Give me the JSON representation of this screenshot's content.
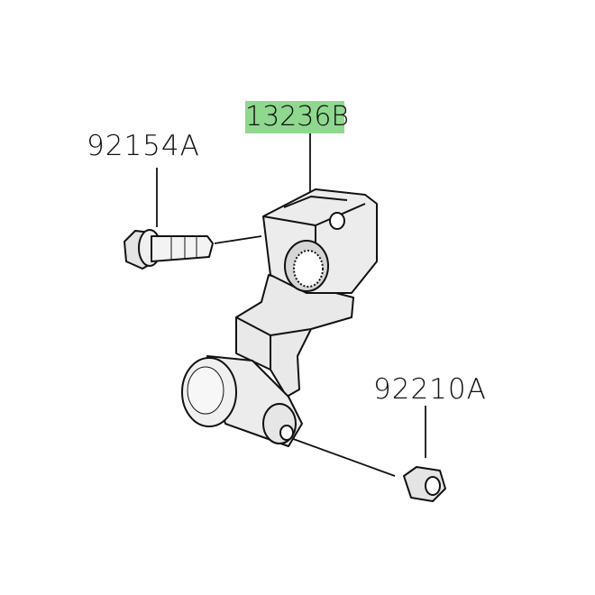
{
  "parts": [
    {
      "number": "13236B",
      "highlighted": true,
      "highlight_color": "#8fd88f"
    },
    {
      "number": "92154A",
      "highlighted": false
    },
    {
      "number": "92210A",
      "highlighted": false
    }
  ]
}
